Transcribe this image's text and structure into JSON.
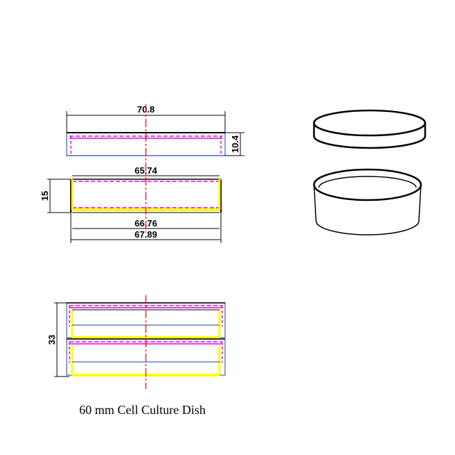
{
  "drawing": {
    "lid_diameter": "70.8",
    "lid_height": "10.4",
    "dish_inner_top": "65.74",
    "dish_height": "15",
    "dish_bottom_inner": "66.76",
    "dish_outer": "67.89",
    "stack_height": "33"
  },
  "caption": "60 mm Cell Culture Dish",
  "colors": {
    "line": "#000000",
    "centerline": "#e00000",
    "dashed": "#e000e0",
    "wall": "#ffff00",
    "blue": "#6080c0"
  }
}
